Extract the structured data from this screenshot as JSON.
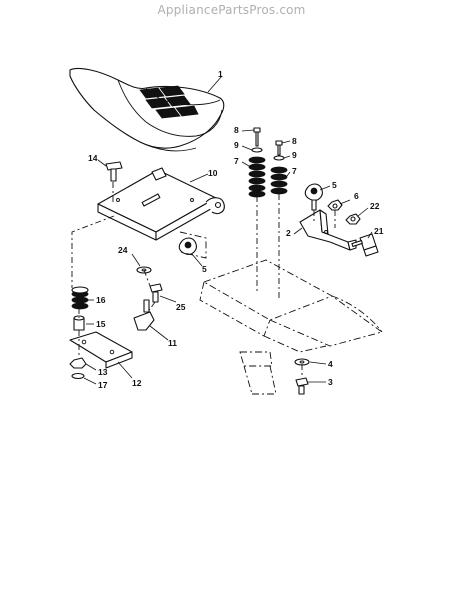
{
  "watermark": "AppliancePartsPros.com",
  "callouts": [
    {
      "id": "c1",
      "label": "1"
    },
    {
      "id": "c14",
      "label": "14"
    },
    {
      "id": "c10",
      "label": "10"
    },
    {
      "id": "c8a",
      "label": "8"
    },
    {
      "id": "c8b",
      "label": "8"
    },
    {
      "id": "c9a",
      "label": "9"
    },
    {
      "id": "c9b",
      "label": "9"
    },
    {
      "id": "c7a",
      "label": "7"
    },
    {
      "id": "c7b",
      "label": "7"
    },
    {
      "id": "c5a",
      "label": "5"
    },
    {
      "id": "c6",
      "label": "6"
    },
    {
      "id": "c22",
      "label": "22"
    },
    {
      "id": "c2",
      "label": "2"
    },
    {
      "id": "c21",
      "label": "21"
    },
    {
      "id": "c24",
      "label": "24"
    },
    {
      "id": "c5b",
      "label": "5"
    },
    {
      "id": "c16",
      "label": "16"
    },
    {
      "id": "c25",
      "label": "25"
    },
    {
      "id": "c15",
      "label": "15"
    },
    {
      "id": "c11",
      "label": "11"
    },
    {
      "id": "c13",
      "label": "13"
    },
    {
      "id": "c12",
      "label": "12"
    },
    {
      "id": "c17",
      "label": "17"
    },
    {
      "id": "c4",
      "label": "4"
    },
    {
      "id": "c3",
      "label": "3"
    }
  ]
}
